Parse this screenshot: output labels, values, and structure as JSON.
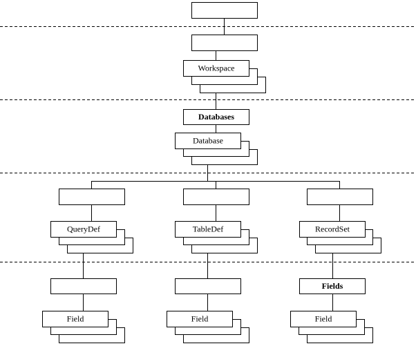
{
  "diagram": {
    "nodes": {
      "root": {
        "label": ""
      },
      "workspaces": {
        "label": ""
      },
      "workspace": {
        "label": "Workspace"
      },
      "databases": {
        "label": "Databases"
      },
      "database": {
        "label": "Database"
      },
      "querydefs": {
        "label": ""
      },
      "tabledefs": {
        "label": ""
      },
      "recordsets": {
        "label": ""
      },
      "querydef": {
        "label": "QueryDef"
      },
      "tabledef": {
        "label": "TableDef"
      },
      "recordset": {
        "label": "RecordSet"
      },
      "querydef_fields": {
        "label": ""
      },
      "tabledef_fields": {
        "label": ""
      },
      "recordset_fields": {
        "label": "Fields"
      },
      "querydef_field": {
        "label": "Field"
      },
      "tabledef_field": {
        "label": "Field"
      },
      "recordset_field": {
        "label": "Field"
      }
    },
    "edges": [
      [
        "root",
        "workspaces"
      ],
      [
        "workspaces",
        "workspace"
      ],
      [
        "workspace",
        "databases"
      ],
      [
        "databases",
        "database"
      ],
      [
        "database",
        "querydefs"
      ],
      [
        "database",
        "tabledefs"
      ],
      [
        "database",
        "recordsets"
      ],
      [
        "querydefs",
        "querydef"
      ],
      [
        "tabledefs",
        "tabledef"
      ],
      [
        "recordsets",
        "recordset"
      ],
      [
        "querydef",
        "querydef_fields"
      ],
      [
        "tabledef",
        "tabledef_fields"
      ],
      [
        "recordset",
        "recordset_fields"
      ],
      [
        "querydef_fields",
        "querydef_field"
      ],
      [
        "tabledef_fields",
        "tabledef_field"
      ],
      [
        "recordset_fields",
        "recordset_field"
      ]
    ]
  }
}
